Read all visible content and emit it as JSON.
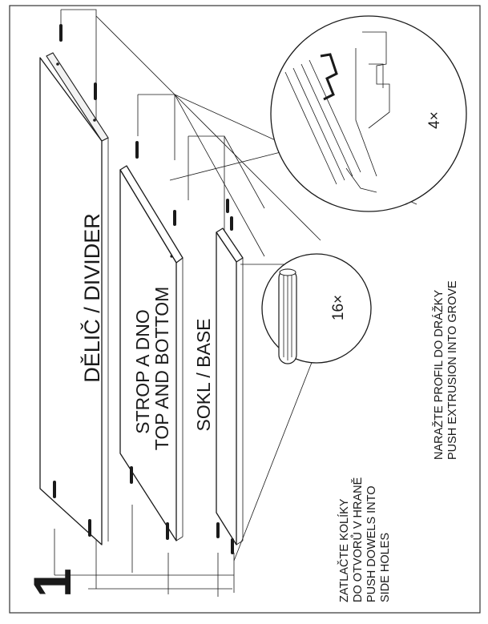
{
  "step_number": "1",
  "panels": {
    "divider_label": "DĚLIČ / DIVIDER",
    "top_bottom_label_cz": "STROP A DNO",
    "top_bottom_label_en": "TOP AND BOTTOM",
    "base_label": "SOKL / BASE"
  },
  "dowel_detail": {
    "count": "16×",
    "instruction_lines": [
      "ZATLAČTE KOLÍKY",
      "DO OTVORŮ V HRANĚ",
      "PUSH DOWELS INTO",
      "SIDE HOLES"
    ]
  },
  "extrusion_detail": {
    "count": "4×",
    "instruction_lines": [
      "NARAŽTE PROFIL DO DRÁŽKY",
      "PUSH EXTRUSION INTO GROVE"
    ]
  }
}
